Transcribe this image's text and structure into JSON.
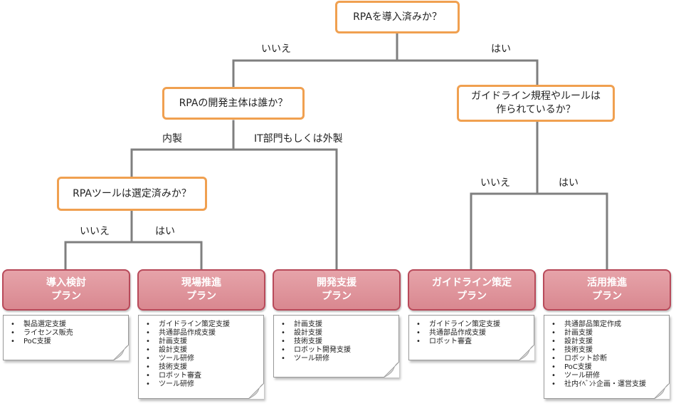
{
  "questions": {
    "q1": "RPAを導入済みか？",
    "q2": "RPAの開発主体は誰か？",
    "q3": "ガイドライン規程やルールは\n作られているか？",
    "q4": "RPAツールは選定済みか？"
  },
  "edge_labels": {
    "q1_no": "いいえ",
    "q1_yes": "はい",
    "q2_inhouse": "内製",
    "q2_outsource": "IT部門もしくは外製",
    "q3_no": "いいえ",
    "q3_yes": "はい",
    "q4_no": "いいえ",
    "q4_yes": "はい"
  },
  "plans": [
    {
      "title": "導入検討",
      "subtitle": "プラン",
      "items": [
        "製品選定支援",
        "ライセンス販売",
        "PoC支援"
      ]
    },
    {
      "title": "現場推進",
      "subtitle": "プラン",
      "items": [
        "ガイドライン策定支援",
        "共通部品作成支援",
        "計画支援",
        "設計支援",
        "ツール研修",
        "技術支援",
        "ロボット審査",
        "ツール研修"
      ]
    },
    {
      "title": "開発支援",
      "subtitle": "プラン",
      "items": [
        "計画支援",
        "設計支援",
        "技術支援",
        "ロボット開発支援",
        "ツール研修"
      ]
    },
    {
      "title": "ガイドライン策定",
      "subtitle": "プラン",
      "items": [
        "ガイドライン策定支援",
        "共通部品作成支援",
        "ロボット審査"
      ]
    },
    {
      "title": "活用推進",
      "subtitle": "プラン",
      "items": [
        "共通部品策定作成",
        "計画支援",
        "設計支援",
        "技術支援",
        "ロボット診断",
        "PoC支援",
        "ツール研修",
        "社内ｲﾍﾞﾝﾄ企画・運営支援"
      ]
    }
  ],
  "colors": {
    "question_border": "#f0a050",
    "connector": "#7f7f7f",
    "plan_fill": "#d98890",
    "plan_border": "#b84a5a"
  }
}
